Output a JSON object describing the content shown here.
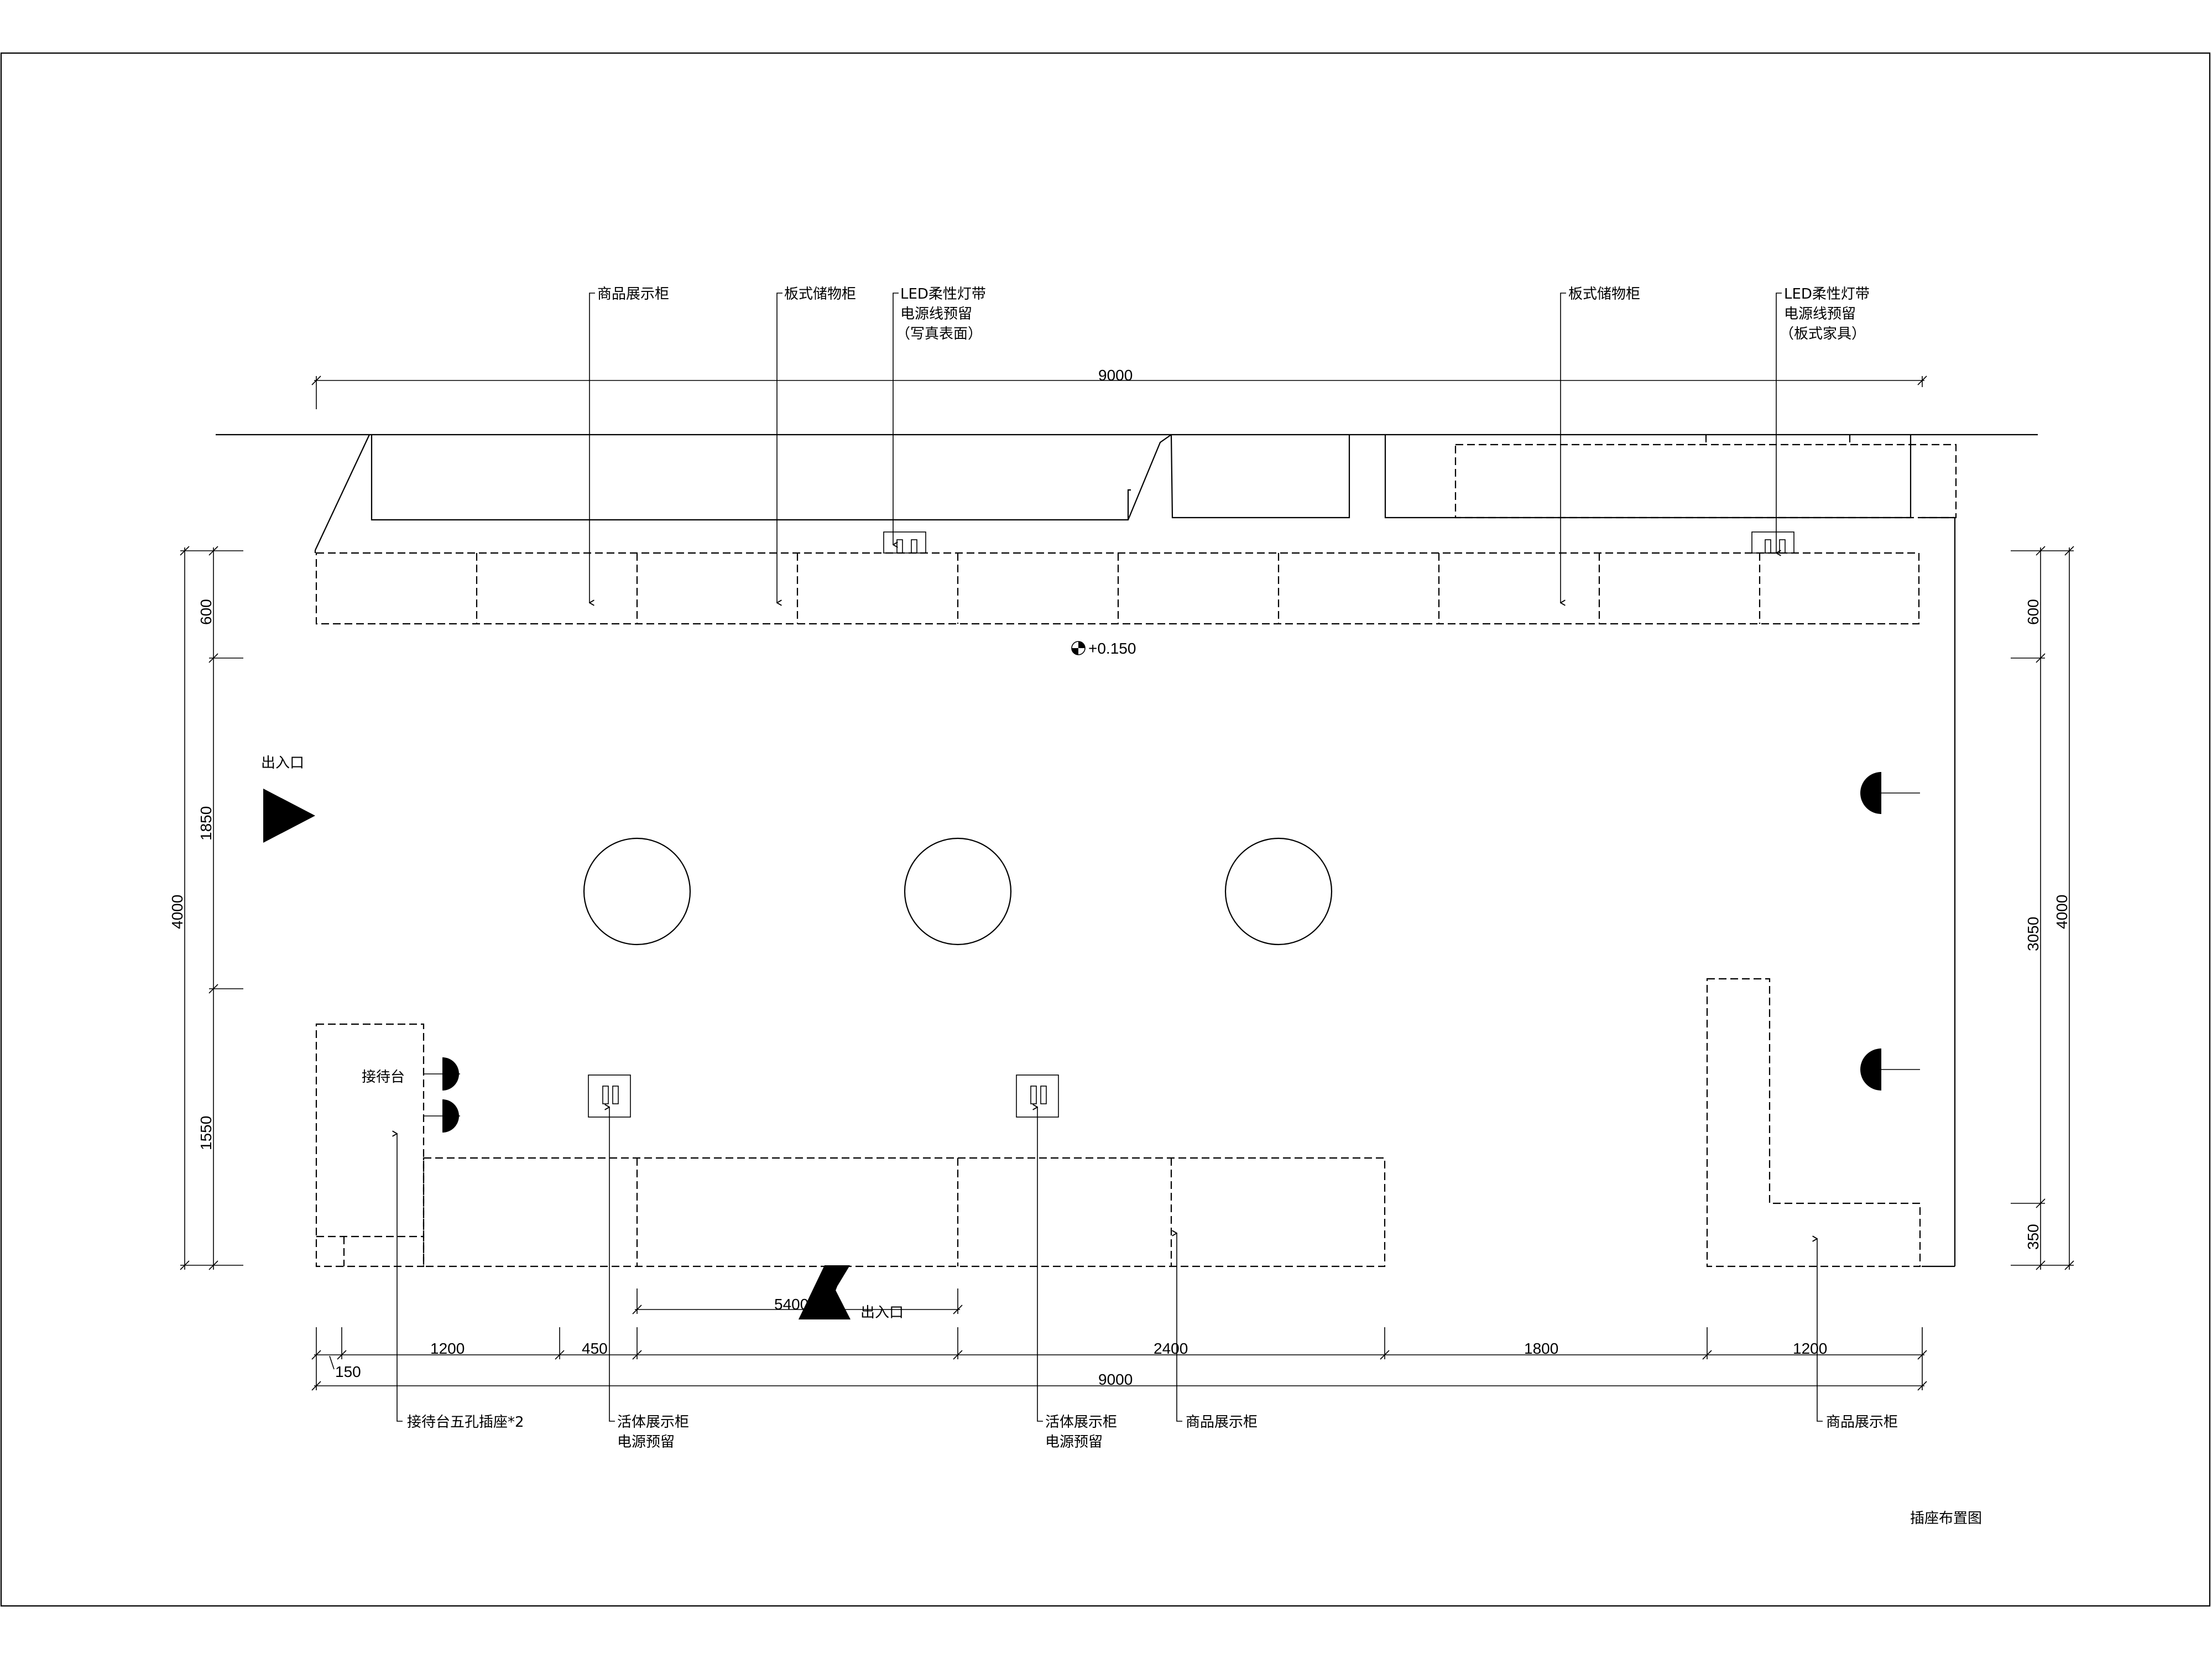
{
  "drawing_title": "插座布置图",
  "top_dims": {
    "overall": "9000"
  },
  "bottom_dims": {
    "d1": "150",
    "d2": "1200",
    "d3": "450",
    "d4": "2400",
    "d5": "1800",
    "d6": "1200",
    "overall": "9000",
    "entrance_width": "5400"
  },
  "left_dims": {
    "d1": "600",
    "d2": "1850",
    "d3": "1550",
    "overall": "4000"
  },
  "right_dims": {
    "d1": "600",
    "d2": "3050",
    "d3": "350",
    "overall": "4000"
  },
  "elevation": "+0.150",
  "labels": {
    "top_1": "商品展示柜",
    "top_2": "板式储物柜",
    "top_3_l1": "LED柔性灯带",
    "top_3_l2": "电源线预留",
    "top_3_l3": "（写真表面）",
    "top_4": "板式储物柜",
    "top_5_l1": "LED柔性灯带",
    "top_5_l2": "电源线预留",
    "top_5_l3": "（板式家具）",
    "reception": "接待台",
    "entrance_left": "出入口",
    "entrance_bottom": "出入口",
    "bottom_1": "接待台五孔插座*2",
    "bottom_2_l1": "活体展示柜",
    "bottom_2_l2": "电源预留",
    "bottom_3_l1": "活体展示柜",
    "bottom_3_l2": "电源预留",
    "bottom_4": "商品展示柜",
    "bottom_5": "商品展示柜"
  }
}
